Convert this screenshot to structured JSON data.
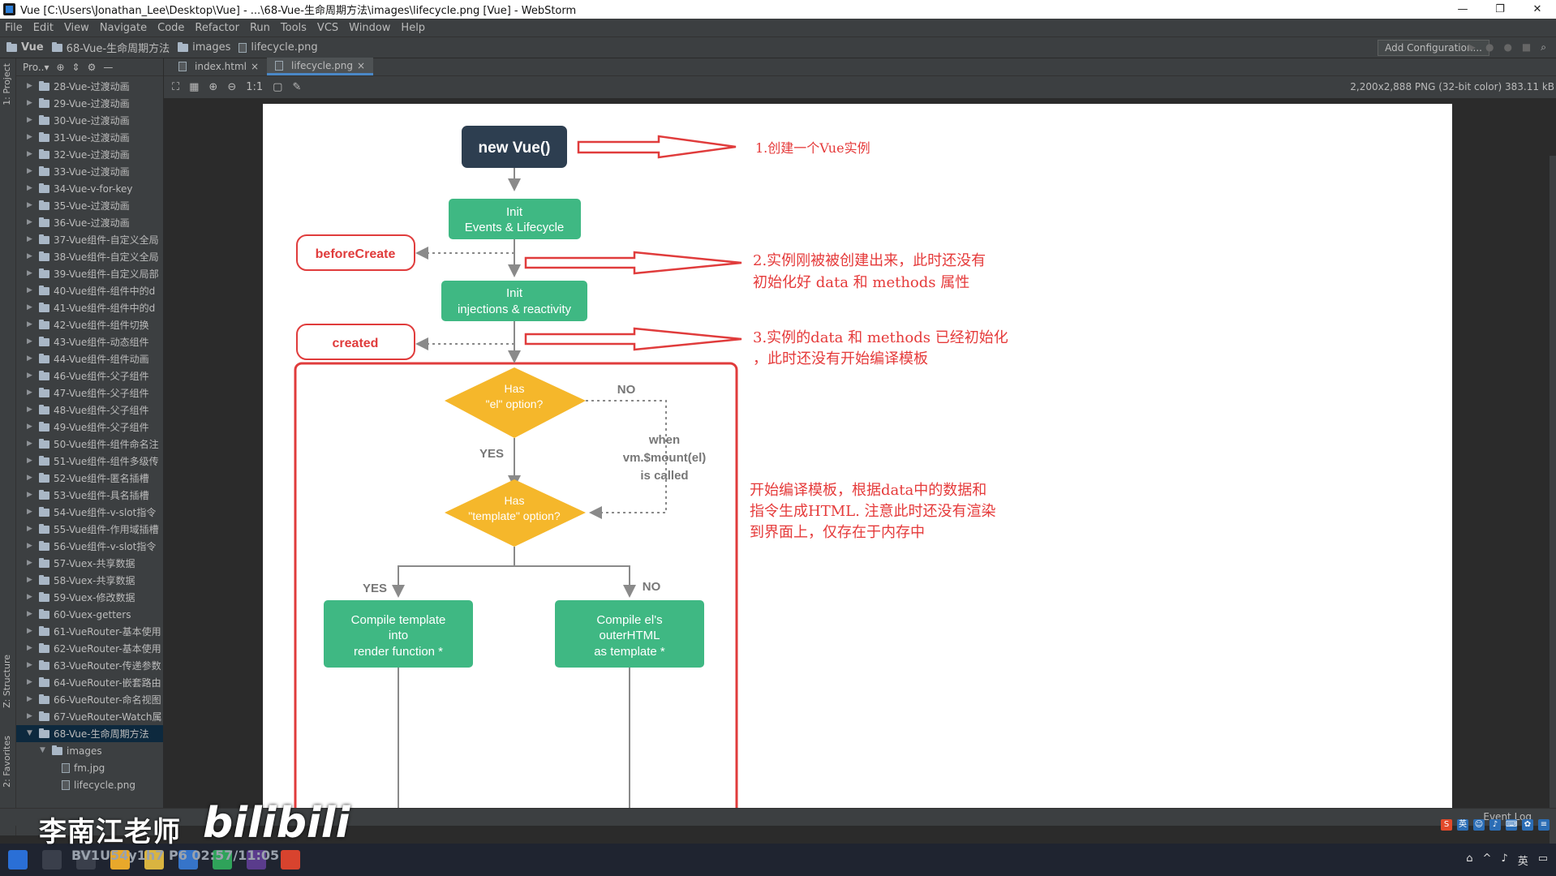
{
  "window": {
    "title": "Vue [C:\\Users\\Jonathan_Lee\\Desktop\\Vue] - ...\\68-Vue-生命周期方法\\images\\lifecycle.png [Vue] - WebStorm",
    "controls": [
      "—",
      "❐",
      "✕"
    ]
  },
  "menu": [
    "File",
    "Edit",
    "View",
    "Navigate",
    "Code",
    "Refactor",
    "Run",
    "Tools",
    "VCS",
    "Window",
    "Help"
  ],
  "breadcrumb": [
    "Vue",
    "68-Vue-生命周期方法",
    "images",
    "lifecycle.png"
  ],
  "toolbar": {
    "add_config": "Add Configuration..."
  },
  "left_tool": {
    "project": "1: Project",
    "structure": "Z: Structure",
    "favorites": "2: Favorites"
  },
  "project_panel": {
    "title": "Pro..▾",
    "items": [
      {
        "label": "28-Vue-过渡动画"
      },
      {
        "label": "29-Vue-过渡动画"
      },
      {
        "label": "30-Vue-过渡动画"
      },
      {
        "label": "31-Vue-过渡动画"
      },
      {
        "label": "32-Vue-过渡动画"
      },
      {
        "label": "33-Vue-过渡动画"
      },
      {
        "label": "34-Vue-v-for-key"
      },
      {
        "label": "35-Vue-过渡动画"
      },
      {
        "label": "36-Vue-过渡动画"
      },
      {
        "label": "37-Vue组件-自定义全局"
      },
      {
        "label": "38-Vue组件-自定义全局"
      },
      {
        "label": "39-Vue组件-自定义局部"
      },
      {
        "label": "40-Vue组件-组件中的d"
      },
      {
        "label": "41-Vue组件-组件中的d"
      },
      {
        "label": "42-Vue组件-组件切换"
      },
      {
        "label": "43-Vue组件-动态组件"
      },
      {
        "label": "44-Vue组件-组件动画"
      },
      {
        "label": "46-Vue组件-父子组件"
      },
      {
        "label": "47-Vue组件-父子组件"
      },
      {
        "label": "48-Vue组件-父子组件"
      },
      {
        "label": "49-Vue组件-父子组件"
      },
      {
        "label": "50-Vue组件-组件命名注"
      },
      {
        "label": "51-Vue组件-组件多级传"
      },
      {
        "label": "52-Vue组件-匿名插槽"
      },
      {
        "label": "53-Vue组件-具名插槽"
      },
      {
        "label": "54-Vue组件-v-slot指令"
      },
      {
        "label": "55-Vue组件-作用域插槽"
      },
      {
        "label": "56-Vue组件-v-slot指令"
      },
      {
        "label": "57-Vuex-共享数据"
      },
      {
        "label": "58-Vuex-共享数据"
      },
      {
        "label": "59-Vuex-修改数据"
      },
      {
        "label": "60-Vuex-getters"
      },
      {
        "label": "61-VueRouter-基本使用"
      },
      {
        "label": "62-VueRouter-基本使用"
      },
      {
        "label": "63-VueRouter-传递参数"
      },
      {
        "label": "64-VueRouter-嵌套路由"
      },
      {
        "label": "66-VueRouter-命名视图"
      },
      {
        "label": "67-VueRouter-Watch属"
      },
      {
        "label": "68-Vue-生命周期方法"
      },
      {
        "label": "images"
      },
      {
        "label": "fm.jpg"
      },
      {
        "label": "lifecycle.png"
      }
    ]
  },
  "tabs": [
    {
      "label": "index.html"
    },
    {
      "label": "lifecycle.png"
    }
  ],
  "image_info": "2,200x2,888 PNG (32-bit color) 383.11 kB",
  "image_toolbar": {
    "actual_size": "1:1"
  },
  "diagram": {
    "new_vue": "new Vue()",
    "init_events_1": "Init",
    "init_events_2": "Events & Lifecycle",
    "before_create": "beforeCreate",
    "init_inj_1": "Init",
    "init_inj_2": "injections & reactivity",
    "created": "created",
    "has_el_1": "Has",
    "has_el_2": "\"el\" option?",
    "no_1": "NO",
    "when_1": "when",
    "when_2": "vm.$mount(el)",
    "when_3": "is called",
    "yes_1": "YES",
    "has_tpl_1": "Has",
    "has_tpl_2": "\"template\" option?",
    "yes_2": "YES",
    "no_2": "NO",
    "compile_tpl_1": "Compile template",
    "compile_tpl_2": "into",
    "compile_tpl_3": "render function *",
    "compile_el_1": "Compile el's",
    "compile_el_2": "outerHTML",
    "compile_el_3": "as template *",
    "note1": "1.创建一个Vue实例",
    "note2_1": "2.实例刚被被创建出来，此时还没有",
    "note2_2": "初始化好 data 和 methods 属性",
    "note3_1": "3.实例的data 和 methods 已经初始化",
    "note3_2": "，此时还没有开始编译模板",
    "note4_1": "开始编译模板，根据data中的数据和",
    "note4_2": "指令生成HTML. 注意此时还没有渲染",
    "note4_3": "到界面上，仅存在于内存中"
  },
  "statusbar": {
    "event_log": "Event Log"
  },
  "overlay": {
    "teacher": "李南江老师",
    "bilibili": "bilibili",
    "video_id": "BV1U54y1h7 P6 02:57/11:05"
  },
  "colors": {
    "ide_bg": "#2b2b2b",
    "panel_bg": "#3c3f41",
    "node_dark": "#2d3e50",
    "node_green": "#3fb883",
    "decision": "#f5b72b",
    "hook_red": "#e03c3c",
    "note_red": "#e53a3a"
  }
}
